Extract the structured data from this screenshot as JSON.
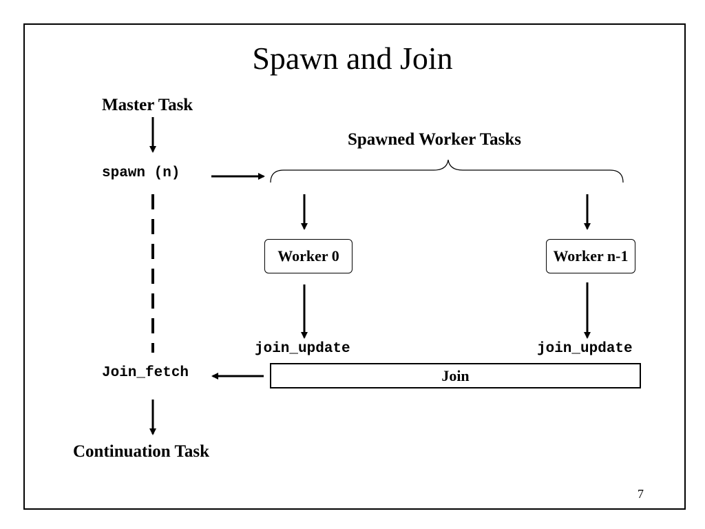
{
  "slide": {
    "title": "Spawn and Join",
    "page_number": "7"
  },
  "master": {
    "master_task": "Master Task",
    "spawn_call": "spawn (n)",
    "join_fetch": "Join_fetch",
    "continuation_task": "Continuation Task"
  },
  "workers": {
    "group_label": "Spawned Worker Tasks",
    "worker_first": "Worker 0",
    "worker_last": "Worker n-1",
    "join_update_first": "join_update",
    "join_update_last": "join_update"
  },
  "join": {
    "label": "Join"
  }
}
